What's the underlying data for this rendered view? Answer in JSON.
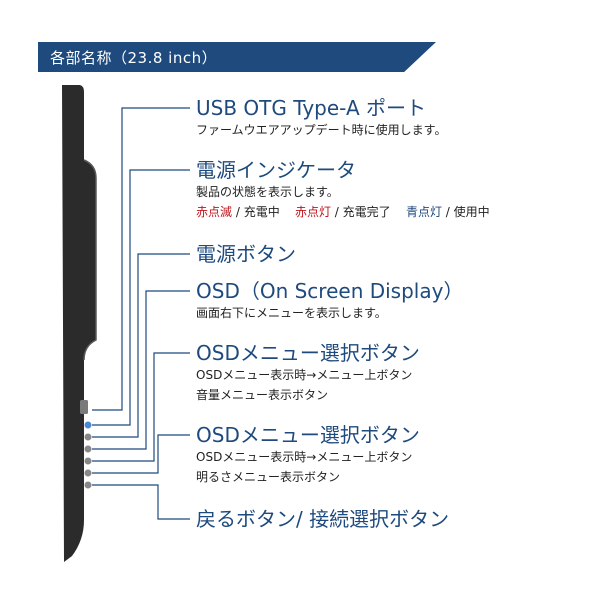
{
  "banner": {
    "title": "各部名称（23.8 inch）"
  },
  "callouts": {
    "usb": {
      "title": "USB OTG Type-A ポート",
      "desc": "ファームウエアアップデート時に使用します。"
    },
    "power_indicator": {
      "title": "電源インジケータ",
      "desc": "製品の状態を表示します。",
      "status1_color": "赤点滅",
      "status1_text": " / 充電中",
      "status2_color": "赤点灯",
      "status2_text": " / 充電完了",
      "status3_color": "青点灯",
      "status3_text": " / 使用中"
    },
    "power_button": {
      "title": "電源ボタン"
    },
    "osd": {
      "title": "OSD（On Screen Display）",
      "desc": "画面右下にメニューを表示します。"
    },
    "osd_select_1": {
      "title": "OSDメニュー選択ボタン",
      "desc1": "OSDメニュー表示時→メニュー上ボタン",
      "desc2": "音量メニュー表示ボタン"
    },
    "osd_select_2": {
      "title": "OSDメニュー選択ボタン",
      "desc1": "OSDメニュー表示時→メニュー上ボタン",
      "desc2": "明るさメニュー表示ボタン"
    },
    "back": {
      "title": "戻るボタン/ 接続選択ボタン"
    }
  },
  "colors": {
    "accent": "#1e4a7d",
    "red": "#c0141b",
    "device": "#2b2b2b"
  }
}
